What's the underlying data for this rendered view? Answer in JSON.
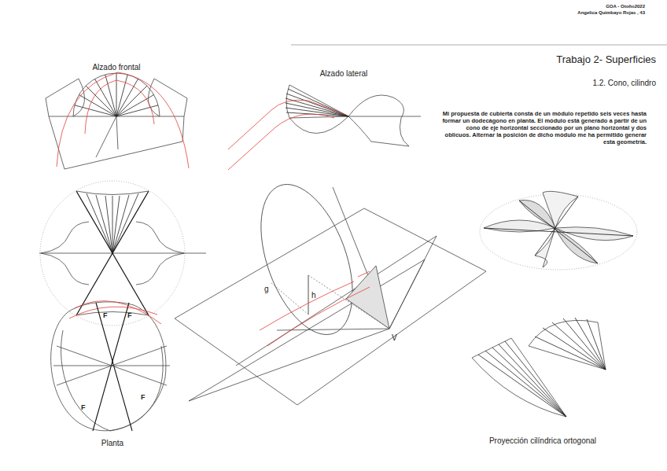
{
  "diagram": {
    "title": "Trabajo 2- Superficies",
    "labels": [
      "GOA - Otoño2022",
      "Angelica Quimbayo Rojas , 43",
      "1.2. Cono, cilindro",
      "Mi propuesta de cubierta consta de un módulo repetido seis veces hasta formar un dodecágono en planta. El módulo está generado a partir de un cono de eje horizontal seccionado por un plano horizontal y dos oblicuos. Alternar la posición de dicho módulo me ha permitido generar esta geometría.",
      "Alzado frontal",
      "Alzado lateral",
      "Planta",
      "F",
      "F",
      "F",
      "F",
      "g",
      "h",
      "V",
      "Proyección cilíndrica ortogonal"
    ]
  }
}
